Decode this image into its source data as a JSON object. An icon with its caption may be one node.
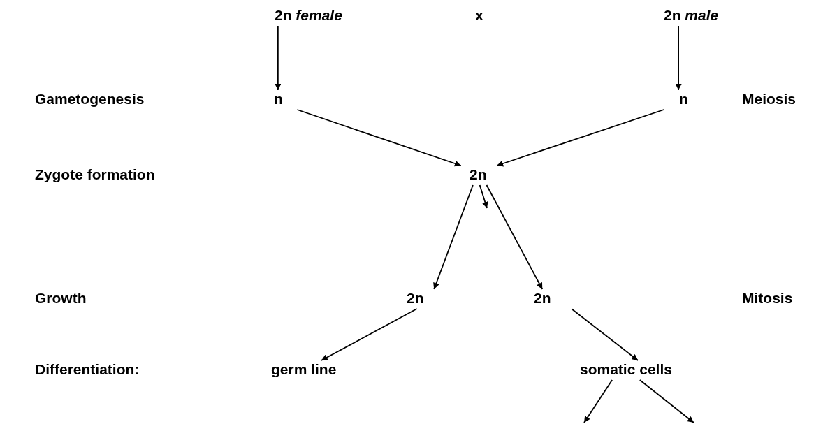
{
  "diagram": {
    "nodes": [
      {
        "text": [
          "2n *female*"
        ]
      },
      {
        "text": [
          "2n *male*"
        ]
      },
      {
        "text": [
          "n"
        ]
      },
      {
        "text": [
          "n"
        ]
      },
      {
        "text": [
          "2n"
        ]
      },
      {
        "text": [
          "2n"
        ]
      },
      {
        "text": [
          "2n"
        ]
      },
      {
        "text": [
          "germ line"
        ]
      },
      {
        "text": [
          "somatic cells"
        ]
      }
    ],
    "edges": [
      {
        "from": 0,
        "to": 2,
        "arrow": "to"
      },
      {
        "from": 1,
        "to": 3,
        "arrow": "to"
      },
      {
        "from": 2,
        "to": 4,
        "arrow": "to"
      },
      {
        "from": 3,
        "to": 4,
        "arrow": "to"
      },
      {
        "from": 4,
        "to": null,
        "arrow": "to"
      },
      {
        "from": 4,
        "to": 5,
        "arrow": "to"
      },
      {
        "from": 4,
        "to": 6,
        "arrow": "to"
      },
      {
        "from": 5,
        "to": 7,
        "arrow": "to"
      },
      {
        "from": 6,
        "to": 8,
        "arrow": "to"
      },
      {
        "from": 8,
        "to": null,
        "arrow": "to"
      },
      {
        "from": 8,
        "to": null,
        "arrow": "to"
      }
    ],
    "labels": [
      "x",
      "Gametogenesis",
      "Meiosis",
      "Zygote formation",
      "Growth",
      "Mitosis",
      "Differentiation:"
    ]
  }
}
